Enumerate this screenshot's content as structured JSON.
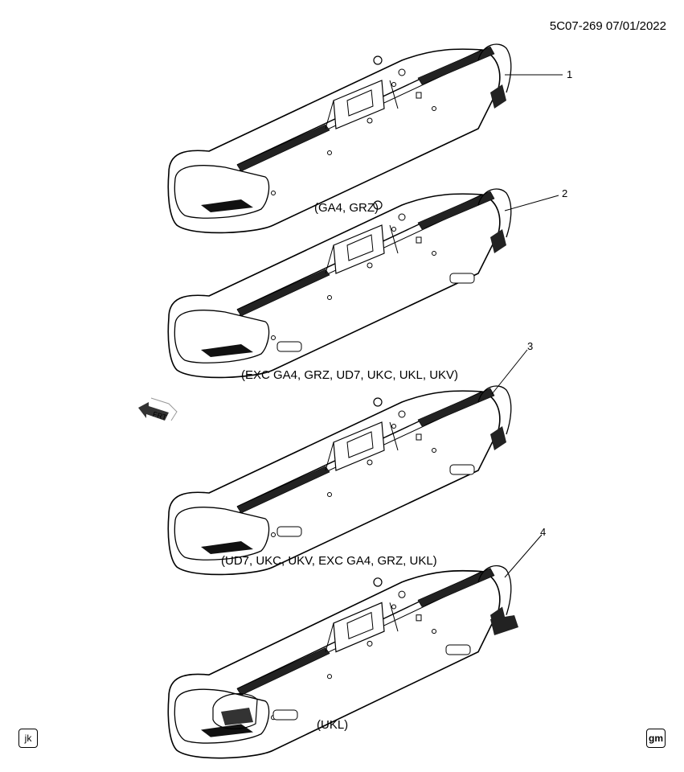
{
  "header": {
    "doc_ref": "5C07-269",
    "date": "07/01/2022"
  },
  "callouts": [
    "1",
    "2",
    "3",
    "4"
  ],
  "captions": [
    "(GA4, GRZ)",
    "(EXC GA4, GRZ, UD7, UKC, UKL, UKV)",
    "(UD7, UKC, UKV,  EXC GA4, GRZ, UKL)",
    "(UKL)"
  ],
  "front_arrow": {
    "label": "FRT"
  },
  "footer": {
    "left_icon": "jk",
    "right_icon": "gm"
  }
}
